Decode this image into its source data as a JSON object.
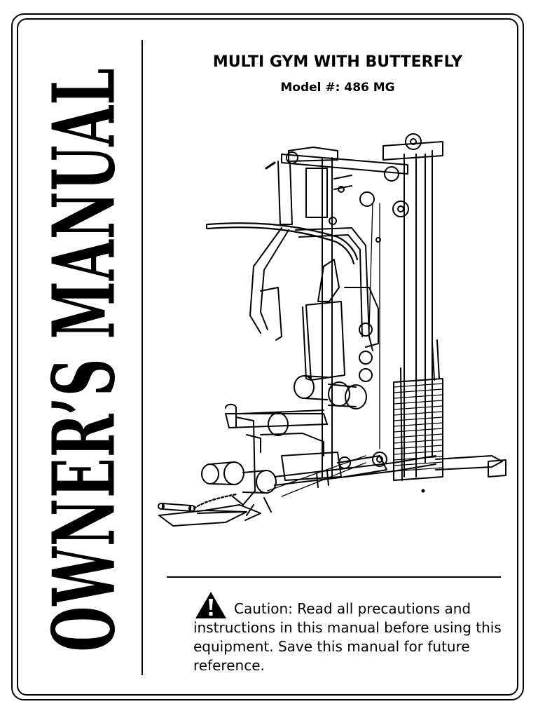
{
  "cover": {
    "spine_title": "OWNER’S MANUAL",
    "product_title": "MULTI GYM WITH BUTTERFLY",
    "model": "Model #: 486 MG",
    "illustration_icon": "multi-gym-line-drawing",
    "warning_icon": "warning-triangle-icon",
    "caution": "Caution: Read all precautions and instructions in this manual before using this equipment. Save this manual for future reference."
  }
}
